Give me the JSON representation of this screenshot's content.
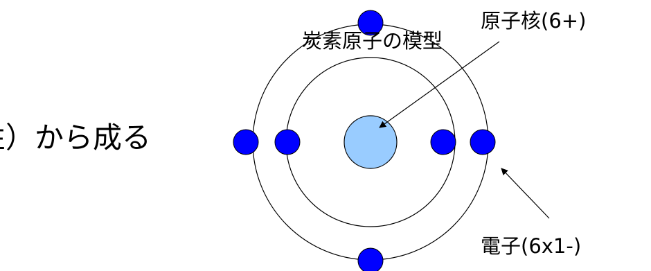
{
  "title": "炭素原子の模型",
  "body_text_fragment": "性）から成る",
  "nucleus_label": "原子核(6+)",
  "electron_label": "電子(6x1-)",
  "colors": {
    "nucleus_fill": "#99ccff",
    "electron_fill": "#0000ff",
    "outline": "#000000",
    "background": "#ffffff"
  }
}
